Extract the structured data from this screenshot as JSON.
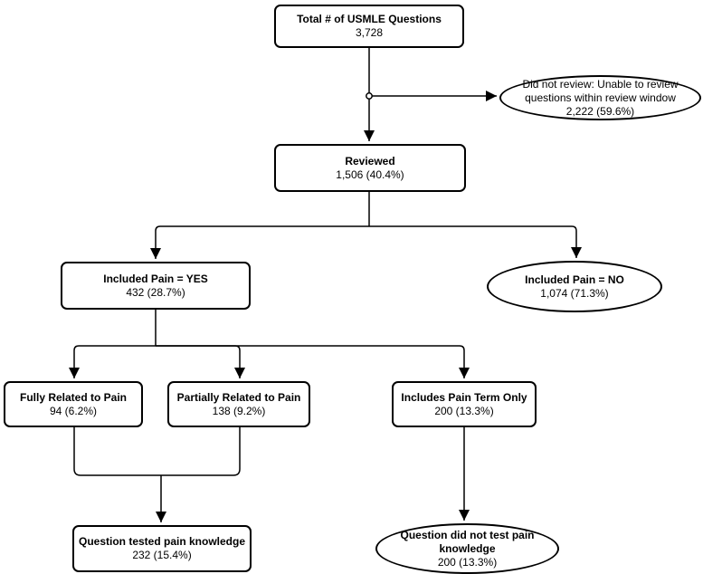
{
  "diagram": {
    "type": "flowchart",
    "colors": {
      "stroke": "#000000",
      "node_fill": "#ffffff",
      "background": "#ffffff",
      "text": "#000000"
    },
    "nodes": {
      "total": {
        "label": "Total # of USMLE Questions",
        "value": "3,728",
        "shape": "rounded-rectangle"
      },
      "did_not_review": {
        "label": "Did not review: Unable to review questions within review window",
        "value": "2,222 (59.6%)",
        "shape": "terminator-ellipse"
      },
      "reviewed": {
        "label": "Reviewed",
        "value": "1,506 (40.4%)",
        "shape": "rounded-rectangle"
      },
      "pain_yes": {
        "label": "Included Pain = YES",
        "value": "432 (28.7%)",
        "shape": "rounded-rectangle"
      },
      "pain_no": {
        "label": "Included Pain = NO",
        "value": "1,074 (71.3%)",
        "shape": "terminator-ellipse"
      },
      "fully_related": {
        "label": "Fully Related to Pain",
        "value": "94 (6.2%)",
        "shape": "rounded-rectangle"
      },
      "partially_related": {
        "label": "Partially Related to Pain",
        "value": "138 (9.2%)",
        "shape": "rounded-rectangle"
      },
      "pain_term_only": {
        "label": "Includes Pain Term Only",
        "value": "200 (13.3%)",
        "shape": "rounded-rectangle"
      },
      "tested_knowledge": {
        "label": "Question tested pain knowledge",
        "value": "232 (15.4%)",
        "shape": "rounded-rectangle"
      },
      "not_tested_knowledge": {
        "label": "Question did not test pain knowledge",
        "value": "200 (13.3%)",
        "shape": "terminator-ellipse"
      }
    }
  }
}
